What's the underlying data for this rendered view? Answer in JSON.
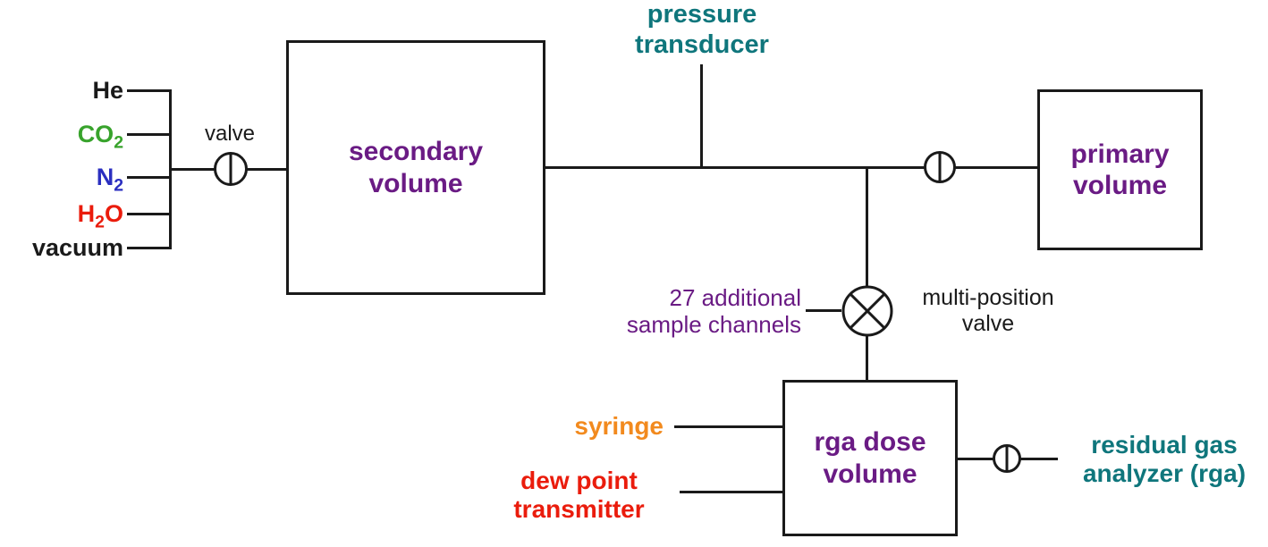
{
  "palette": {
    "background": "#ffffff",
    "line": "#1a1a1a",
    "teal": "#0f767c",
    "purple": "#6a1b84",
    "green": "#38a32c",
    "blue": "#2b2fc0",
    "red": "#ea1c0c",
    "orange": "#f28a1e"
  },
  "manifold": {
    "channels": [
      {
        "id": "helium",
        "prefix": "He",
        "sub": "",
        "suffix": "",
        "color": "#1a1a1a"
      },
      {
        "id": "carbon-dioxide",
        "prefix": "CO",
        "sub": "2",
        "suffix": "",
        "color": "#38a32c"
      },
      {
        "id": "nitrogen",
        "prefix": "N",
        "sub": "2",
        "suffix": "",
        "color": "#2b2fc0"
      },
      {
        "id": "water",
        "prefix": "H",
        "sub": "2",
        "suffix": "O",
        "color": "#ea1c0c"
      },
      {
        "id": "vacuum",
        "prefix": "vacuum",
        "sub": "",
        "suffix": "",
        "color": "#1a1a1a"
      }
    ]
  },
  "components": {
    "inlet_valve": {
      "label": "valve"
    },
    "secondary_volume": {
      "label": "secondary\nvolume"
    },
    "pressure_transducer": {
      "label": "pressure\ntransducer"
    },
    "primary_volume": {
      "label": "primary\nvolume"
    },
    "multi_position_valve": {
      "label": "multi-position\nvalve"
    },
    "sample_channels": {
      "label": "27 additional\nsample channels"
    },
    "rga_dose_volume": {
      "label": "rga dose\nvolume"
    },
    "syringe": {
      "label": "syringe"
    },
    "dew_point_transmitter": {
      "label": "dew point\ntransmitter"
    },
    "residual_gas_analyzer": {
      "label": "residual gas\nanalyzer (rga)"
    }
  }
}
